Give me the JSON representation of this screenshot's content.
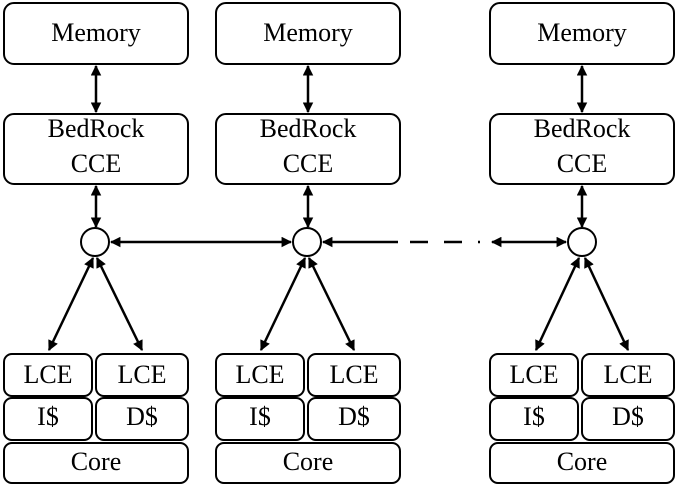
{
  "columns": [
    {
      "memory": "Memory",
      "cce_line1": "BedRock",
      "cce_line2": "CCE",
      "lce_left": "LCE",
      "lce_right": "LCE",
      "icache": "I$",
      "dcache": "D$",
      "core": "Core"
    },
    {
      "memory": "Memory",
      "cce_line1": "BedRock",
      "cce_line2": "CCE",
      "lce_left": "LCE",
      "lce_right": "LCE",
      "icache": "I$",
      "dcache": "D$",
      "core": "Core"
    },
    {
      "memory": "Memory",
      "cce_line1": "BedRock",
      "cce_line2": "CCE",
      "lce_left": "LCE",
      "lce_right": "LCE",
      "icache": "I$",
      "dcache": "D$",
      "core": "Core"
    }
  ]
}
